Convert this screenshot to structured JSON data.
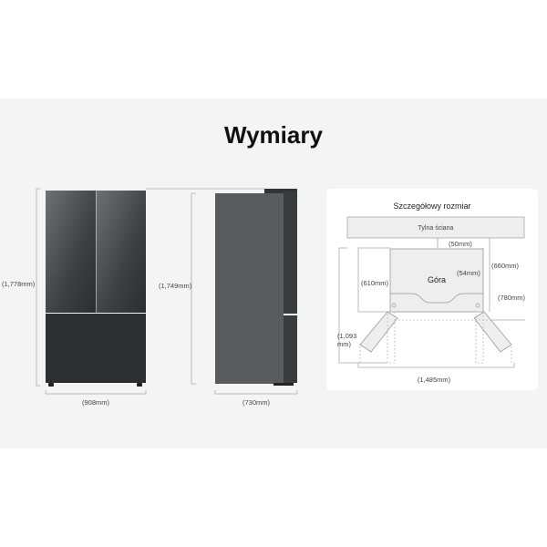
{
  "title": "Wymiary",
  "front_view": {
    "height_label": "(1,778mm)",
    "width_label": "(908mm)"
  },
  "side_view": {
    "height_label": "(1,749mm)",
    "depth_label": "(730mm)"
  },
  "detail": {
    "title": "Szczegółowy rozmiar",
    "back_wall_label": "Tylna ściana",
    "top_label": "Góra",
    "gap_label": "(50mm)",
    "door_offset_label": "(54mm)",
    "depth_660_label": "(660mm)",
    "depth_610_label": "(610mm)",
    "depth_780_label": "(780mm)",
    "open_depth_label_line1": "(1,093",
    "open_depth_label_line2": "mm)",
    "open_width_label": "(1,485mm)"
  },
  "colors": {
    "band": "#f4f4f4",
    "fridge_dark": "#2e2f33",
    "fridge_side": "#5a5b5e"
  }
}
